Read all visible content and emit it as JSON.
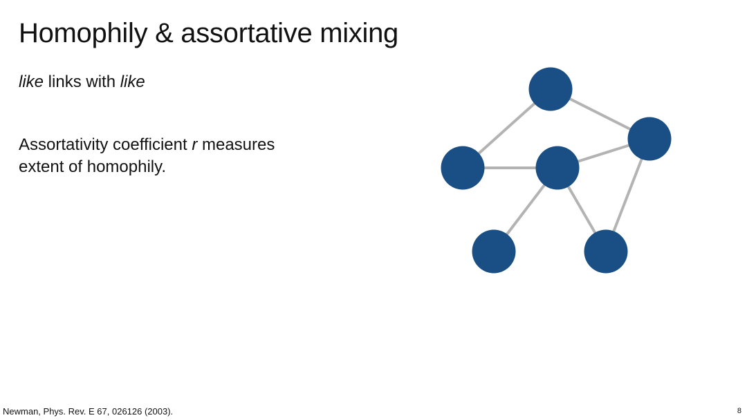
{
  "slide": {
    "title": "Homophily & assortative mixing",
    "subtitle": {
      "part1": "like",
      "part2": " links with ",
      "part3": "like"
    },
    "body": {
      "line1_part1": "Assortativity coefficient ",
      "line1_var": "r",
      "line1_part2": " measures",
      "line2": "extent of homophily."
    },
    "citation": "Newman, Phys. Rev. E 67, 026126 (2003).",
    "page_number": "8"
  },
  "diagram": {
    "node_color": "#1a4f86",
    "edge_color": "#b3b3b3",
    "nodes": [
      "top",
      "right",
      "left",
      "center",
      "bottom-left",
      "bottom-right"
    ],
    "edges": [
      [
        "top",
        "left"
      ],
      [
        "top",
        "right"
      ],
      [
        "left",
        "center"
      ],
      [
        "center",
        "right"
      ],
      [
        "center",
        "bottom-left"
      ],
      [
        "center",
        "bottom-right"
      ],
      [
        "right",
        "bottom-right"
      ]
    ]
  }
}
